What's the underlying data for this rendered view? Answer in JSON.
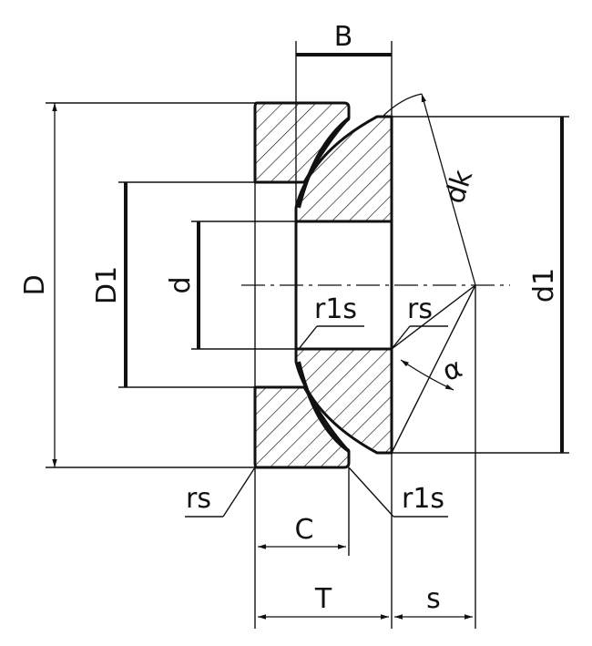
{
  "labels": {
    "B": "B",
    "D": "D",
    "D1": "D1",
    "d": "d",
    "dk": "dk",
    "d1": "d1",
    "r1s_inner": "r1s",
    "rs_inner": "rs",
    "alpha": "α",
    "rs_outer": "rs",
    "r1s_outer": "r1s",
    "C": "C",
    "T": "T",
    "s": "s"
  },
  "colors": {
    "line": "#111111",
    "background": "#ffffff"
  }
}
